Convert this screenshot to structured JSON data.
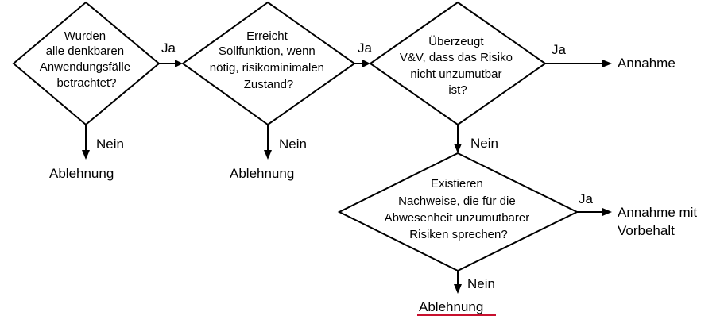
{
  "decisions": {
    "d1": {
      "lines": [
        "Wurden",
        "alle denkbaren",
        "Anwendungsfälle",
        "betrachtet?"
      ]
    },
    "d2": {
      "lines": [
        "Erreicht",
        "Sollfunktion, wenn",
        "nötig, risikominimalen",
        "Zustand?"
      ]
    },
    "d3": {
      "lines": [
        "Überzeugt",
        "V&V, dass das Risiko",
        "nicht unzumutbar",
        "ist?"
      ]
    },
    "d4": {
      "lines": [
        "Existieren",
        "Nachweise, die für die",
        "Abwesenheit unzumutbarer",
        "Risiken sprechen?"
      ]
    }
  },
  "edges": {
    "yes_label": "Ja",
    "no_label": "Nein"
  },
  "outcomes": {
    "reject_1": "Ablehnung",
    "reject_2": "Ablehnung",
    "reject_3": "Ablehnung",
    "accept": "Annahme",
    "accept_conditional": [
      "Annahme mit",
      "Vorbehalt"
    ]
  },
  "colors": {
    "underline": "#c8102e"
  }
}
